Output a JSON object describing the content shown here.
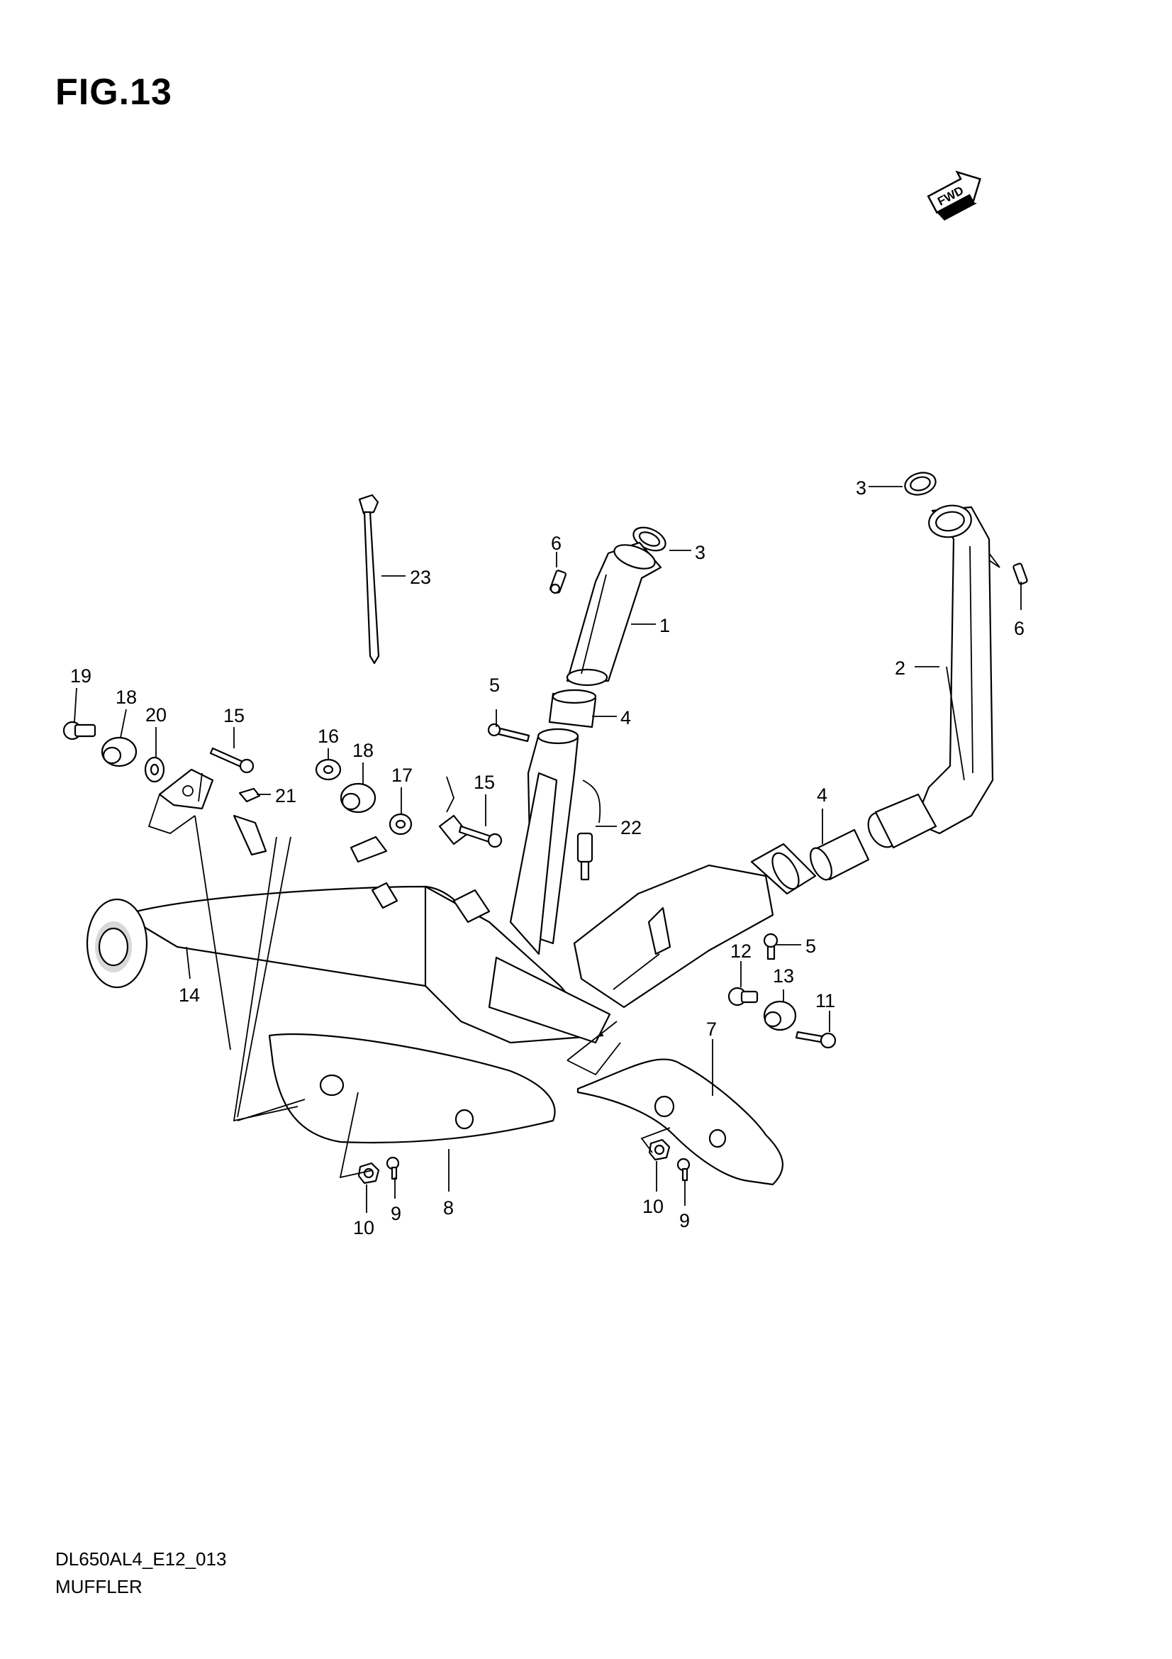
{
  "figure": {
    "title": "FIG.13",
    "model_code": "DL650AL4_E12_013",
    "name": "MUFFLER",
    "direction_marker": "FWD"
  },
  "callouts": [
    {
      "id": "c1",
      "label": "1"
    },
    {
      "id": "c2",
      "label": "2"
    },
    {
      "id": "c3a",
      "label": "3"
    },
    {
      "id": "c3b",
      "label": "3"
    },
    {
      "id": "c4a",
      "label": "4"
    },
    {
      "id": "c4b",
      "label": "4"
    },
    {
      "id": "c5a",
      "label": "5"
    },
    {
      "id": "c5b",
      "label": "5"
    },
    {
      "id": "c6a",
      "label": "6"
    },
    {
      "id": "c6b",
      "label": "6"
    },
    {
      "id": "c7",
      "label": "7"
    },
    {
      "id": "c8",
      "label": "8"
    },
    {
      "id": "c9a",
      "label": "9"
    },
    {
      "id": "c9b",
      "label": "9"
    },
    {
      "id": "c10a",
      "label": "10"
    },
    {
      "id": "c10b",
      "label": "10"
    },
    {
      "id": "c11",
      "label": "11"
    },
    {
      "id": "c12",
      "label": "12"
    },
    {
      "id": "c13",
      "label": "13"
    },
    {
      "id": "c14",
      "label": "14"
    },
    {
      "id": "c15a",
      "label": "15"
    },
    {
      "id": "c15b",
      "label": "15"
    },
    {
      "id": "c16",
      "label": "16"
    },
    {
      "id": "c17",
      "label": "17"
    },
    {
      "id": "c18a",
      "label": "18"
    },
    {
      "id": "c18b",
      "label": "18"
    },
    {
      "id": "c19",
      "label": "19"
    },
    {
      "id": "c20",
      "label": "20"
    },
    {
      "id": "c21",
      "label": "21"
    },
    {
      "id": "c22",
      "label": "22"
    },
    {
      "id": "c23",
      "label": "23"
    }
  ]
}
